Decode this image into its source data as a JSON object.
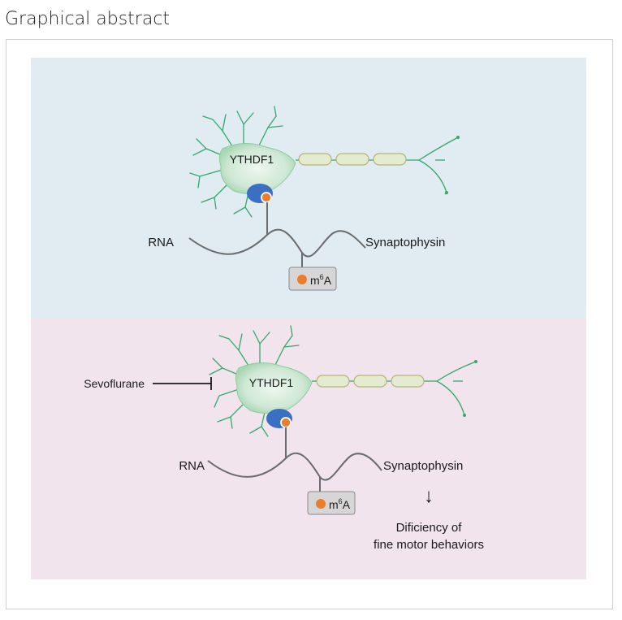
{
  "heading": "Graphical abstract",
  "top_panel": {
    "protein_label": "YTHDF1",
    "rna_label": "RNA",
    "gene_label": "Synaptophysin",
    "mod_base": "m",
    "mod_sup": "6",
    "mod_end": "A"
  },
  "bottom_panel": {
    "drug_label": "Sevoflurane",
    "protein_label": "YTHDF1",
    "rna_label": "RNA",
    "gene_label": "Synaptophysin",
    "mod_base": "m",
    "mod_sup": "6",
    "mod_end": "A",
    "arrow_glyph": "↓",
    "outcome_line1": "Dificiency of",
    "outcome_line2": "fine motor behaviors"
  },
  "colors": {
    "top_bg": "#e0ebf2",
    "bottom_bg": "#f1e4ec",
    "neuron_green": "#34a870",
    "soma_fill": "#cfe8d4",
    "axon_fill": "#e4eccf",
    "axon_stroke": "#b8b27a",
    "ythdf1_blue": "#3a6fc4",
    "m6a_orange": "#ec7d2c",
    "rna_grey": "#6b6b6b",
    "box_fill": "#d6d6d6"
  }
}
